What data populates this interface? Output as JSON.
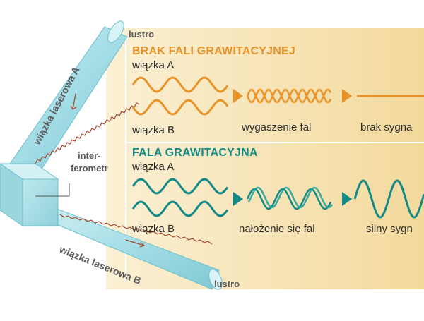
{
  "labels": {
    "mirror_top": "lustro",
    "mirror_bottom": "lustro",
    "beam_a": "wiązka laserowa A",
    "beam_b": "wiązka laserowa B",
    "interferometer": [
      "inter-",
      "ferometr"
    ]
  },
  "section_no_wave": {
    "heading": "BRAK FALI GRAWITACYJNEJ",
    "beam_a": "wiązka A",
    "beam_b": "wiązka B",
    "result": "wygaszenie fal",
    "signal": "brak sygna"
  },
  "section_wave": {
    "heading": "FALA GRAWITACYJNA",
    "beam_a": "wiązka A",
    "beam_b": "wiązka B",
    "result": "nałożenie się fal",
    "signal": "silny sygn"
  },
  "colors": {
    "orange": "#e8932a",
    "teal": "#128a86",
    "panel": "#f6e4bc",
    "tube": "#a9e0e8",
    "tube_edge": "#6cc0cc",
    "laser": "#a0442a"
  }
}
